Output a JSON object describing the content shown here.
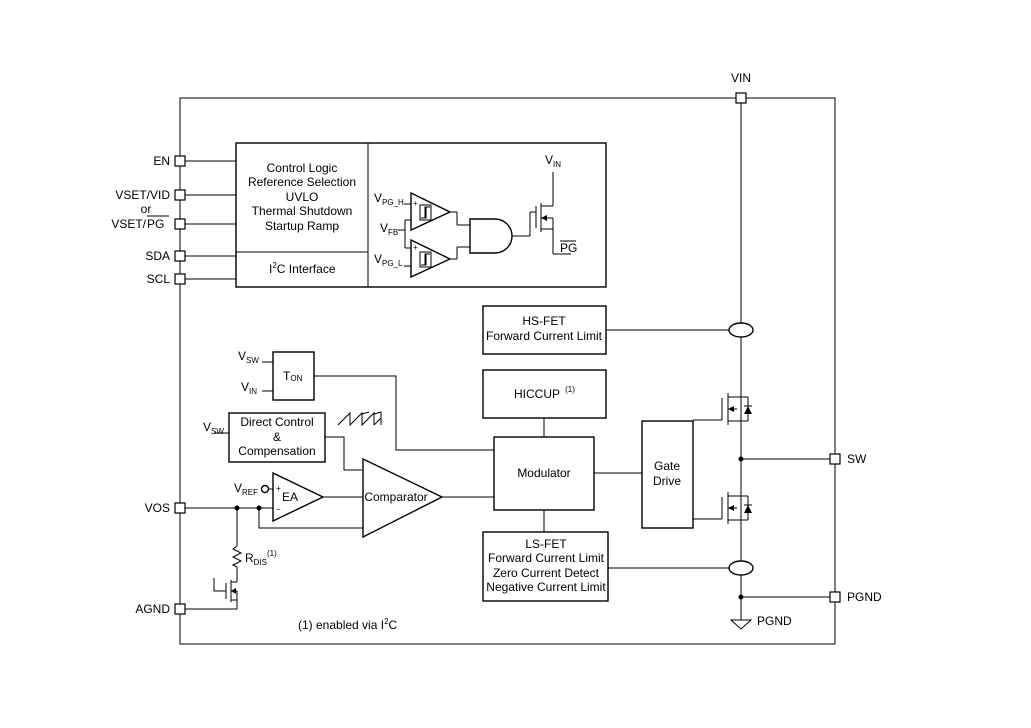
{
  "pins": {
    "vin": "VIN",
    "en": "EN",
    "vset_vid": "VSET/VID",
    "or": "or",
    "vset_pg_prefix": "VSET/",
    "vset_pg_suffix": "PG",
    "sda": "SDA",
    "scl": "SCL",
    "vos": "VOS",
    "agnd": "AGND",
    "sw": "SW",
    "pgnd_pin": "PGND",
    "pgnd_ground": "PGND"
  },
  "blocks": {
    "control_logic": [
      "Control Logic",
      "Reference Selection",
      "UVLO",
      "Thermal Shutdown",
      "Startup Ramp"
    ],
    "i2c": {
      "prefix": "I",
      "sup": "2",
      "suffix": "C Interface"
    },
    "hs_fet": [
      "HS-FET",
      "Forward Current Limit"
    ],
    "hiccup": {
      "label": "HICCUP",
      "note": "(1)"
    },
    "ton": {
      "main": "T",
      "sub": "ON"
    },
    "direct_control": [
      "Direct Control",
      "&",
      "Compensation"
    ],
    "modulator": "Modulator",
    "gate_drive": [
      "Gate",
      "Drive"
    ],
    "comparator": "Comparator",
    "ea": "EA",
    "ls_fet": [
      "LS-FET",
      "Forward Current Limit",
      "Zero Current Detect",
      "Negative Current Limit"
    ]
  },
  "signals": {
    "vpg_h": {
      "main": "V",
      "sub": "PG_H"
    },
    "vfb": {
      "main": "V",
      "sub": "FB"
    },
    "vpg_l": {
      "main": "V",
      "sub": "PG_L"
    },
    "vin_pg": {
      "main": "V",
      "sub": "IN"
    },
    "pg_out": "PG",
    "vsw_ton": {
      "main": "V",
      "sub": "SW"
    },
    "vin_ton": {
      "main": "V",
      "sub": "IN"
    },
    "vsw_dc": {
      "main": "V",
      "sub": "SW"
    },
    "vref": {
      "main": "V",
      "sub": "REF"
    },
    "rdis": {
      "main": "R",
      "sub": "DIS",
      "note": "(1)"
    },
    "plus": "+",
    "minus": "−"
  },
  "footnote": {
    "prefix": "(1) enabled via I",
    "sup": "2",
    "suffix": "C"
  }
}
